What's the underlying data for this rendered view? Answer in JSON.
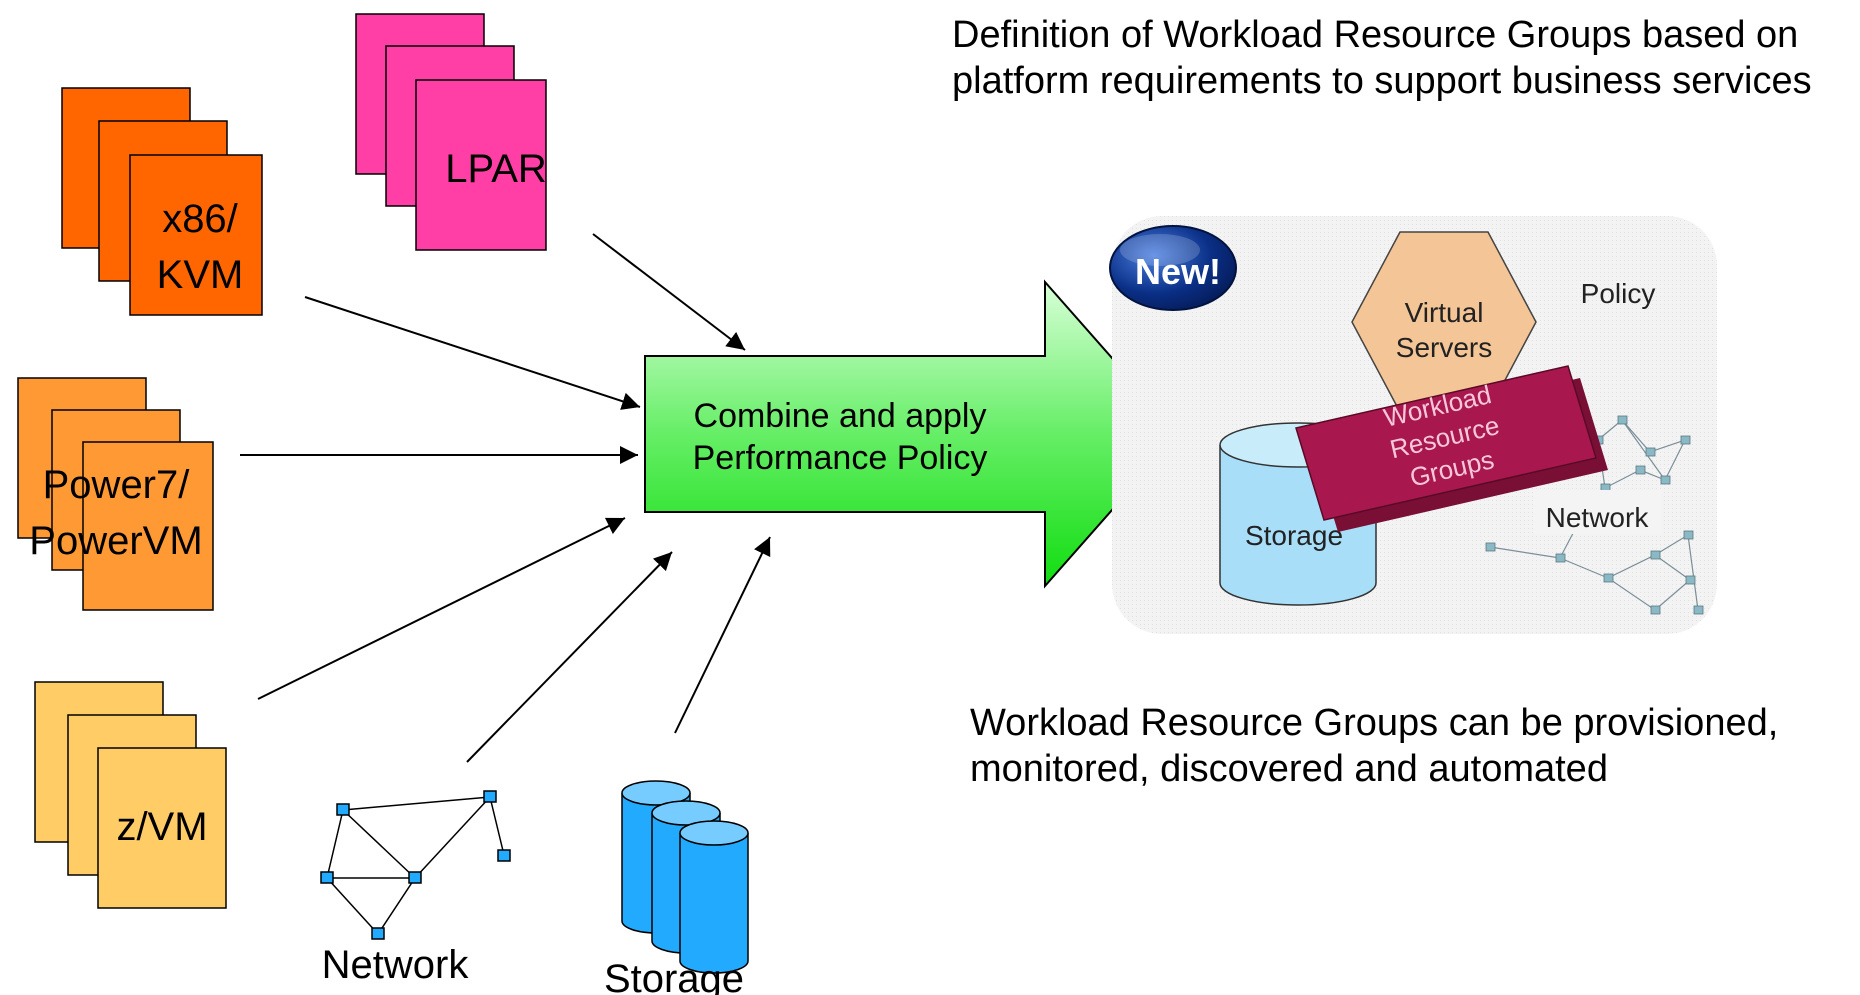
{
  "top_text": "Definition of Workload Resource Groups based on platform requirements to support business services",
  "bottom_text": "Workload Resource Groups can be provisioned, monitored, discovered and automated",
  "sources": {
    "lpar": "LPAR",
    "x86": [
      "x86/",
      "KVM"
    ],
    "power": [
      "Power7/",
      "PowerVM"
    ],
    "zvm": "z/VM",
    "network": "Network",
    "storage": "Storage"
  },
  "center_arrow": [
    "Combine and apply",
    "Performance Policy"
  ],
  "result_image": {
    "badge": "New!",
    "virtual_servers": [
      "Virtual",
      "Servers"
    ],
    "policy": "Policy",
    "workload": [
      "Workload",
      "Resource",
      "Groups"
    ],
    "storage": "Storage",
    "network": "Network"
  },
  "colors": {
    "lpar": "#ff3fa6",
    "x86": "#ff6600",
    "power": "#ff9933",
    "zvm": "#ffcc66",
    "arrow_top": "#c8ffc8",
    "arrow_bottom": "#00dd00",
    "storage": "#00aaff",
    "network_node": "#22aaff",
    "wrg": "#a8184e",
    "hexagon": "#f4c596",
    "badge": "#0a2f86"
  }
}
